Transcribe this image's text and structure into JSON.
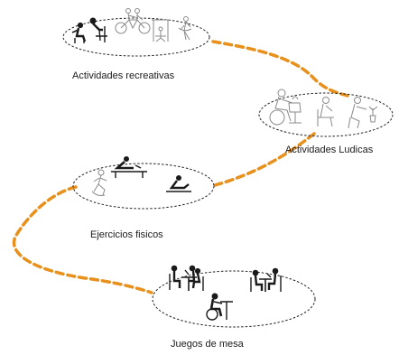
{
  "colors": {
    "connector": "#e8901c",
    "ellipse_stroke": "#222222",
    "figure": "#1a1a1a",
    "sketch": "#8a8a8a"
  },
  "nodes": [
    {
      "label": "Actividades recreativas",
      "icons": [
        "wheelchair-person-icon",
        "person-at-table-icon",
        "tandem-bicycle-icon",
        "swing-icon",
        "standing-person-icon"
      ]
    },
    {
      "label": "Actividades Ludicas",
      "icons": [
        "wheelchair-pottery-icon",
        "seated-person-icon",
        "gardening-person-icon"
      ]
    },
    {
      "label": "Ejercicios fisicos",
      "icons": [
        "exercising-person-icon",
        "treadmill-person-icon",
        "stretching-person-icon"
      ]
    },
    {
      "label": "Juegos de mesa",
      "icons": [
        "table-game-group-icon",
        "table-game-pair-icon",
        "wheelchair-table-icon"
      ]
    }
  ]
}
